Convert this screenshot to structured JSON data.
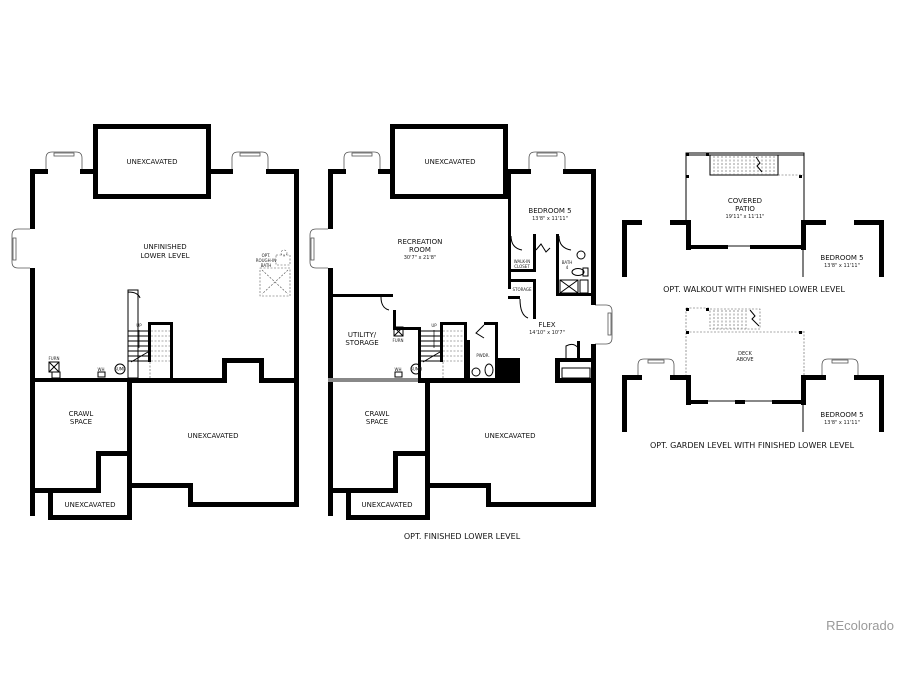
{
  "plans": {
    "unfinished": {
      "unexcavated_top": "UNEXCAVATED",
      "main_room_line1": "UNFINISHED",
      "main_room_line2": "LOWER LEVEL",
      "rough_in_line1": "OPT.",
      "rough_in_line2": "ROUGH-IN",
      "rough_in_line3": "BATH",
      "stairs_label": "UP",
      "furnace_label": "FURN",
      "water_heater_label": "WH",
      "sump_label": "SUMP",
      "crawl_line1": "CRAWL",
      "crawl_line2": "SPACE",
      "unexcavated_bottom_right": "UNEXCAVATED",
      "unexcavated_bottom_left": "UNEXCAVATED"
    },
    "finished": {
      "unexcavated_top": "UNEXCAVATED",
      "recreation_line1": "RECREATION",
      "recreation_line2": "ROOM",
      "recreation_dims": "30'7\" x 21'8\"",
      "bedroom_label": "BEDROOM 5",
      "bedroom_dims": "13'8\" x 11'11\"",
      "walkin_line1": "WALK-IN",
      "walkin_line2": "CLOSET",
      "bath_line1": "BATH",
      "bath_line2": "4",
      "storage_label": "STORAGE",
      "flex_label": "FLEX",
      "flex_dims": "14'10\" x 10'7\"",
      "utility_line1": "UTILITY/",
      "utility_line2": "STORAGE",
      "furnace_label": "FURN",
      "water_heater_label": "WH",
      "sump_label": "SUMP",
      "stairs_label": "UP",
      "powder_label": "PWDR.",
      "crawl_line1": "CRAWL",
      "crawl_line2": "SPACE",
      "unexcavated_bottom_right": "UNEXCAVATED",
      "unexcavated_bottom_left": "UNEXCAVATED",
      "caption": "OPT. FINISHED LOWER LEVEL"
    },
    "walkout": {
      "patio_line1": "COVERED",
      "patio_line2": "PATIO",
      "patio_dims": "19'11\" x 11'11\"",
      "bedroom_label": "BEDROOM 5",
      "bedroom_dims": "13'8\" x 11'11\"",
      "caption": "OPT. WALKOUT WITH FINISHED LOWER LEVEL"
    },
    "garden": {
      "deck_line1": "DECK",
      "deck_line2": "ABOVE",
      "bedroom_label": "BEDROOM 5",
      "bedroom_dims": "13'8\" x 11'11\"",
      "caption": "OPT. GARDEN LEVEL WITH FINISHED LOWER LEVEL"
    }
  },
  "watermark": "REcolorado"
}
